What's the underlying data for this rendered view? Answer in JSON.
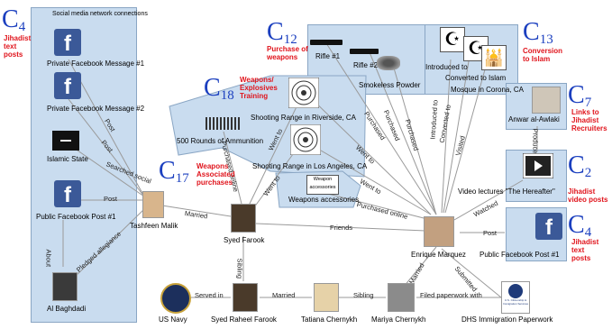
{
  "clusters": [
    {
      "id": "C4",
      "num": "4",
      "note": "Jihadist\ntext\nposts"
    },
    {
      "id": "C12",
      "num": "12",
      "note": "Purchase of\nweapons"
    },
    {
      "id": "C13",
      "num": "13",
      "note": "Conversion\nto Islam"
    },
    {
      "id": "C18",
      "num": "18",
      "note": "Weapons/\nExplosives\nTraining"
    },
    {
      "id": "C7",
      "num": "7",
      "note": "Links to\nJihadist\nRecruiters"
    },
    {
      "id": "C17",
      "num": "17",
      "note": "Weapons\nAssociated\npurchases"
    },
    {
      "id": "C2",
      "num": "2",
      "note": "Jihadist\nvideo posts"
    },
    {
      "id": "C4b",
      "num": "4",
      "note": "Jihadist\ntext\nposts"
    }
  ],
  "cluster_letter": "C",
  "nodes": {
    "social_header": "Social media network connections",
    "fb_msg1": "Private Facebook Message #1",
    "fb_msg2": "Private Facebook Message #2",
    "islamic_state": "Islamic State",
    "fb_post1_left": "Public Facebook Post #1",
    "al_baghdadi": "Al Baghdadi",
    "tashfeen": "Tashfeen Malik",
    "syed": "Syed Farook",
    "rifle1": "Rifle #1",
    "rifle2": "Rifle #2",
    "powder": "Smokeless Powder",
    "ammo": "500 Rounds of Ammunition",
    "range_riverside": "Shooting Range in Riverside, CA",
    "range_la": "Shooting Range in Los Angeles, CA",
    "weapon_acc_icon": "Weapon accessories",
    "weapon_acc": "Weapons accessories",
    "introduced": "Introduced to",
    "converted": "Converted to Islam",
    "mosque": "Mosque in Corona, CA",
    "awlaki": "Anwar al-Awlaki",
    "video": "Video lectures \"The Hereafter\"",
    "fb_post1_right": "Public Facebook Post #1",
    "enrique": "Enrique Marquez",
    "us_navy": "US Navy",
    "raheel": "Syed Raheel Farook",
    "tatiana": "Tatiana Chernykh",
    "mariya": "Mariya Chernykh",
    "dhs": "DHS Immigration Paperwork",
    "dhs_seal_text": "U.S. Citizenship & Immigration Services"
  },
  "edges": {
    "post_a": "Post",
    "post_b": "Post",
    "searched_social": "Searched social",
    "post_c": "Post",
    "about": "About",
    "pledged": "Pledged allegiance",
    "married_1": "Married",
    "purchased_online_1": "Purchased online",
    "went_to_1": "Went to",
    "went_to_2": "Went to",
    "purchased_1": "Purchased",
    "purchased_2": "Purchased",
    "purchased_3": "Purchased",
    "went_to_3": "Went to",
    "went_to_4": "Went to",
    "purchased_online_2": "Purchased online",
    "introduced_to": "Introduced to",
    "converted_to": "Converted to",
    "visited": "Visited",
    "produced": "Produced",
    "watched": "Watched",
    "post_d": "Post",
    "friends": "Friends",
    "sibling_1": "Sibling",
    "served_in": "Served in",
    "married_2": "Married",
    "sibling_2": "Sibling",
    "married_3": "Married",
    "submitted": "Submitted",
    "filed": "Filed paperwork with"
  },
  "colors": {
    "cluster_fill": "#c9dcef",
    "cluster_border": "#8aa6c4",
    "cluster_id": "#1b3fbf",
    "cluster_note": "#e0141c",
    "facebook": "#3b5998"
  }
}
